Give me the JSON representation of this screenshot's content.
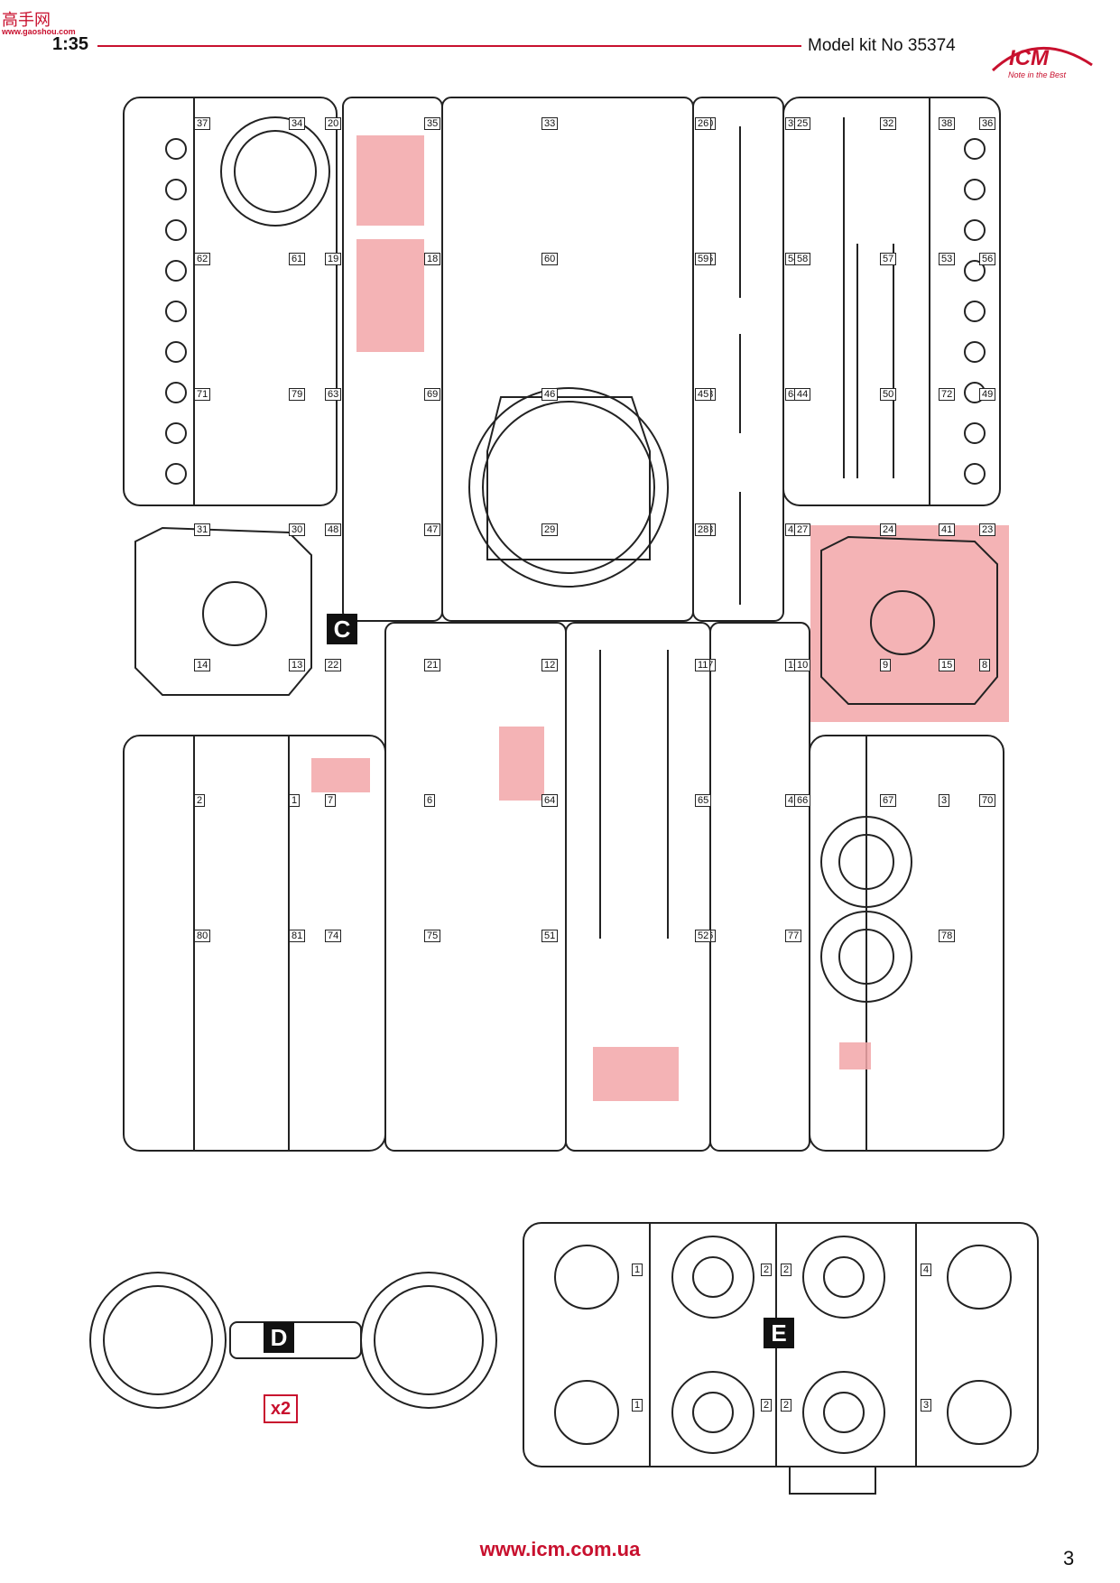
{
  "header": {
    "watermark_text": "高手网",
    "watermark_url": "www.gaoshou.com",
    "scale": "1:35",
    "kit_number": "Model kit No 35374",
    "brand": "ICM",
    "brand_tagline": "Note in the Best"
  },
  "sprues": {
    "c_label": "C",
    "d_label": "D",
    "e_label": "E",
    "d_multiplier": "x2",
    "c_part_numbers": [
      "20",
      "35",
      "40",
      "39",
      "38",
      "37",
      "34",
      "33",
      "26",
      "25",
      "32",
      "36",
      "19",
      "18",
      "55",
      "54",
      "53",
      "62",
      "61",
      "60",
      "59",
      "58",
      "57",
      "56",
      "63",
      "69",
      "73",
      "68",
      "72",
      "71",
      "79",
      "46",
      "45",
      "44",
      "50",
      "49",
      "48",
      "47",
      "43",
      "42",
      "41",
      "31",
      "30",
      "29",
      "28",
      "27",
      "24",
      "23",
      "22",
      "21",
      "17",
      "16",
      "15",
      "14",
      "13",
      "12",
      "11",
      "10",
      "9",
      "8",
      "7",
      "6",
      "5",
      "4",
      "3",
      "2",
      "1",
      "64",
      "65",
      "66",
      "67",
      "70",
      "74",
      "75",
      "76",
      "77",
      "78",
      "80",
      "81",
      "51",
      "52"
    ],
    "e_part_numbers": [
      "1",
      "2",
      "2",
      "4",
      "1",
      "2",
      "2",
      "3"
    ]
  },
  "footer": {
    "url": "www.icm.com.ua",
    "page": "3"
  },
  "colors": {
    "accent_red": "#c8102e",
    "highlight": "#f2a6a8"
  }
}
